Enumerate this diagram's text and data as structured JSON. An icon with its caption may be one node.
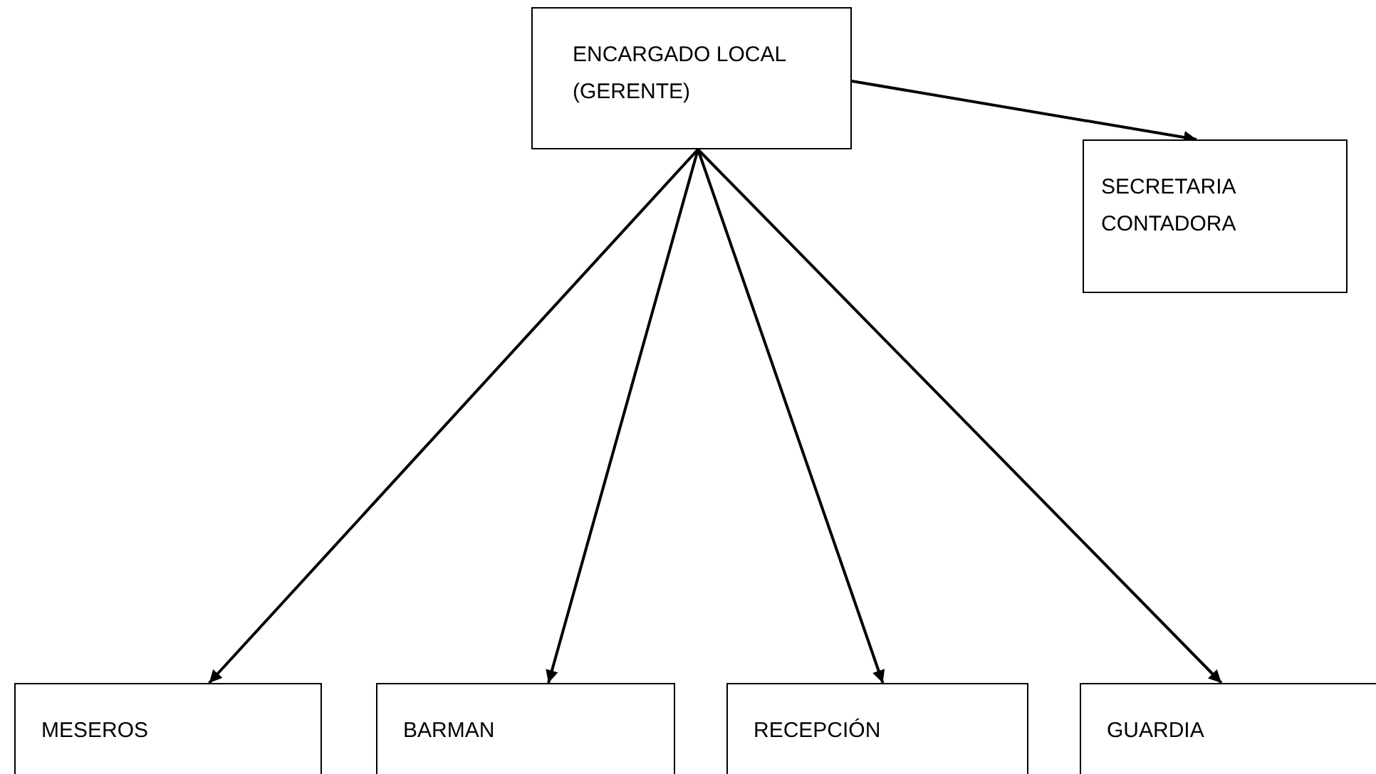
{
  "diagram": {
    "nodes": [
      {
        "text": [
          "ENCARGADO LOCAL (GERENTE)"
        ]
      },
      {
        "text": [
          "SECRETARIA CONTADORA"
        ]
      },
      {
        "text": [
          "MESEROS"
        ]
      },
      {
        "text": [
          "BARMAN"
        ]
      },
      {
        "text": [
          "RECEPCIÓN"
        ]
      },
      {
        "text": [
          "GUARDIA"
        ]
      }
    ],
    "edges": [
      {
        "from": 0,
        "to": 1,
        "arrow": "to"
      },
      {
        "from": 0,
        "to": 2,
        "arrow": "to"
      },
      {
        "from": 0,
        "to": 3,
        "arrow": "to"
      },
      {
        "from": 0,
        "to": 4,
        "arrow": "to"
      },
      {
        "from": 0,
        "to": 5,
        "arrow": "to"
      }
    ]
  }
}
